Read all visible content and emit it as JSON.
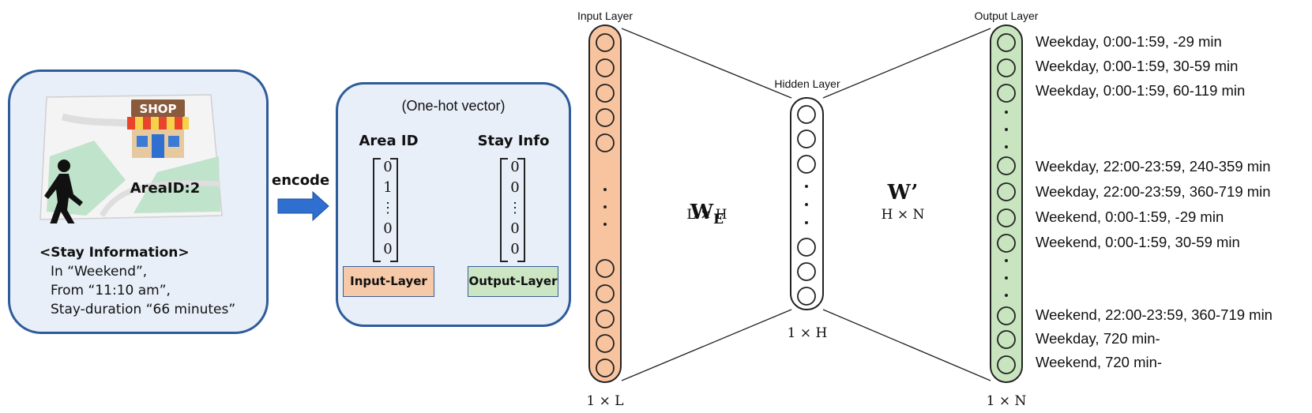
{
  "stay_panel": {
    "map_label": "AreaID:2",
    "shop_sign": "SHOP",
    "heading": "<Stay Information>",
    "lines": [
      "In “Weekend”,",
      "From “11:10 am”,",
      "Stay-duration “66 minutes”"
    ]
  },
  "encode_label": "encode",
  "onehot_panel": {
    "title": "(One-hot vector)",
    "area_title": "Area ID",
    "stay_title": "Stay Info",
    "area_vector": [
      "0",
      "1",
      "⋮",
      "0",
      "0"
    ],
    "stay_vector": [
      "0",
      "0",
      "⋮",
      "0",
      "0"
    ],
    "input_tag": "Input-Layer",
    "output_tag": "Output-Layer"
  },
  "network": {
    "input_title": "Input Layer",
    "hidden_title": "Hidden Layer",
    "output_title": "Output Layer",
    "we_main": "W",
    "we_sub": "E",
    "we_dim": "L × H",
    "wp_main": "W’",
    "wp_dim": "H × N",
    "input_dim": "1 × L",
    "hidden_dim": "1 × H",
    "output_dim": "1 × N",
    "colors": {
      "input": "#f8c4a0",
      "hidden": "#ffffff",
      "output": "#c9e5bf",
      "panel": "#e9eff9",
      "border": "#2e5c9a",
      "arrow": "#2f6fcf"
    }
  },
  "output_labels": [
    "Weekday, 0:00-1:59, -29 min",
    "Weekday, 0:00-1:59, 30-59 min",
    "Weekday, 0:00-1:59, 60-119 min",
    "Weekday, 22:00-23:59, 240-359 min",
    "Weekday, 22:00-23:59, 360-719 min",
    "Weekend, 0:00-1:59, -29 min",
    "Weekend, 0:00-1:59, 30-59 min",
    "Weekend, 22:00-23:59, 360-719 min",
    "Weekday, 720 min-",
    "Weekend, 720 min-"
  ]
}
